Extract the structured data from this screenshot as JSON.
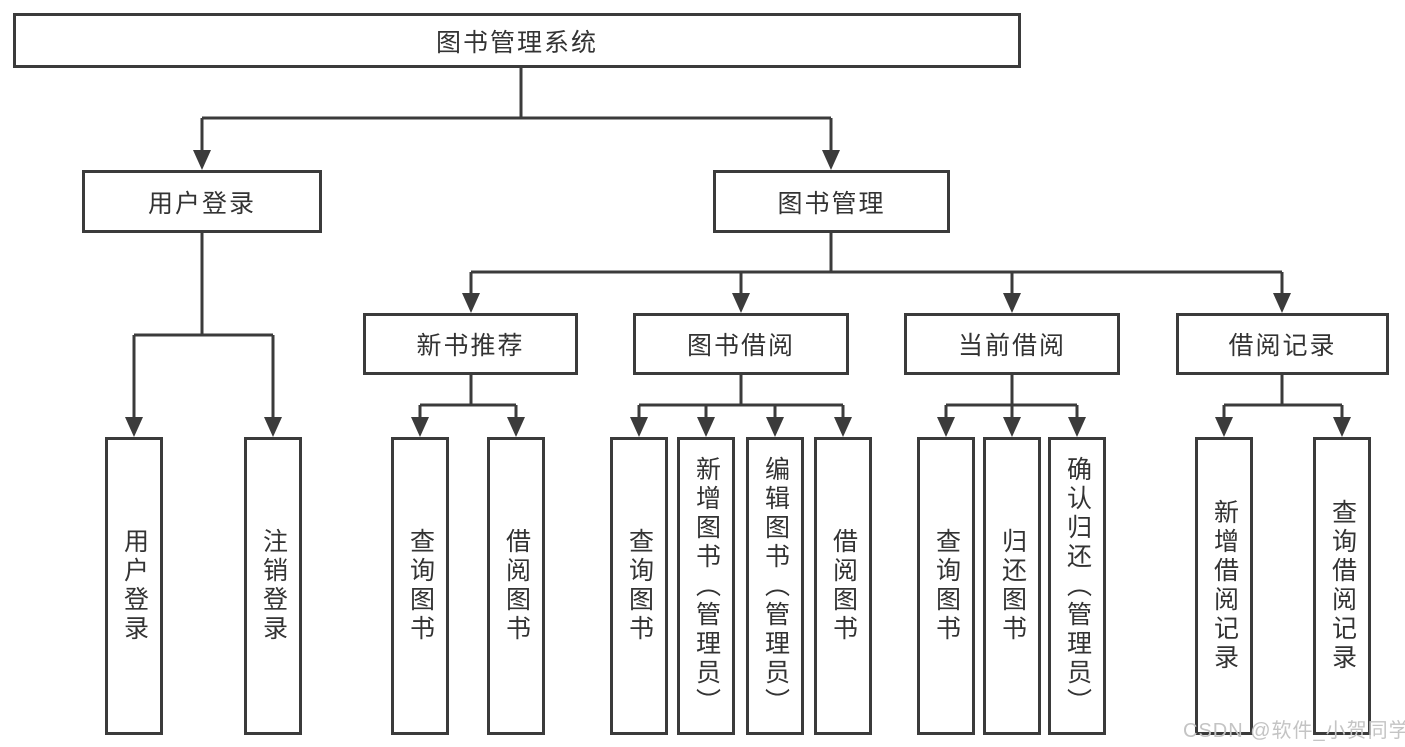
{
  "title": {
    "label": "图书管理系统"
  },
  "level2": {
    "user_login": "用户登录",
    "book_mgmt": "图书管理"
  },
  "level3": {
    "new_book_rec": "新书推荐",
    "book_borrow": "图书借阅",
    "current_borrow": "当前借阅",
    "borrow_records": "借阅记录"
  },
  "leaves": {
    "user_login": [
      "用户登录",
      "注销登录"
    ],
    "new_book_rec": [
      "查询图书",
      "借阅图书"
    ],
    "book_borrow": [
      "查询图书",
      "新增图书（管理员）",
      "编辑图书（管理员）",
      "借阅图书"
    ],
    "current_borrow": [
      "查询图书",
      "归还图书",
      "确认归还（管理员）"
    ],
    "borrow_records": [
      "新增借阅记录",
      "查询借阅记录"
    ]
  },
  "watermark": "CSDN @软件_小贺同学",
  "colors": {
    "line": "#3b3b3b",
    "text": "#333333",
    "background": "#ffffff",
    "watermark": "#c4c4c4"
  }
}
